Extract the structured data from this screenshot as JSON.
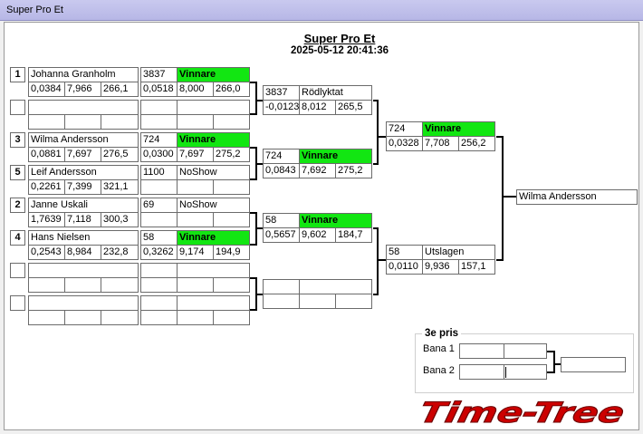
{
  "window": {
    "title": "Super Pro Et"
  },
  "header": {
    "title": "Super Pro Et",
    "datetime": "2025-05-12 20:41:36"
  },
  "round1": [
    {
      "seed": "1",
      "name": "Johanna Granholm",
      "r1": "0,0384",
      "r2": "7,966",
      "r3": "266,1"
    },
    {
      "seed": "",
      "name": "",
      "r1": "",
      "r2": "",
      "r3": ""
    },
    {
      "seed": "3",
      "name": "Wilma Andersson",
      "r1": "0,0881",
      "r2": "7,697",
      "r3": "276,5"
    },
    {
      "seed": "5",
      "name": "Leif Andersson",
      "r1": "0,2261",
      "r2": "7,399",
      "r3": "321,1"
    },
    {
      "seed": "2",
      "name": "Janne Uskali",
      "r1": "1,7639",
      "r2": "7,118",
      "r3": "300,3"
    },
    {
      "seed": "4",
      "name": "Hans Nielsen",
      "r1": "0,2543",
      "r2": "8,984",
      "r3": "232,8"
    },
    {
      "seed": "",
      "name": "",
      "r1": "",
      "r2": "",
      "r3": ""
    },
    {
      "seed": "",
      "name": "",
      "r1": "",
      "r2": "",
      "r3": ""
    }
  ],
  "round1res": [
    {
      "num": "3837",
      "status": "Vinnare",
      "r1": "0,0518",
      "r2": "8,000",
      "r3": "266,0",
      "win": true
    },
    {
      "num": "",
      "status": "",
      "r1": "",
      "r2": "",
      "r3": "",
      "win": false
    },
    {
      "num": "724",
      "status": "Vinnare",
      "r1": "0,0300",
      "r2": "7,697",
      "r3": "275,2",
      "win": true
    },
    {
      "num": "1100",
      "status": "NoShow",
      "r1": "",
      "r2": "",
      "r3": "",
      "win": false
    },
    {
      "num": "69",
      "status": "NoShow",
      "r1": "",
      "r2": "",
      "r3": "",
      "win": false
    },
    {
      "num": "58",
      "status": "Vinnare",
      "r1": "0,3262",
      "r2": "9,174",
      "r3": "194,9",
      "win": true
    },
    {
      "num": "",
      "status": "",
      "r1": "",
      "r2": "",
      "r3": "",
      "win": false
    },
    {
      "num": "",
      "status": "",
      "r1": "",
      "r2": "",
      "r3": "",
      "win": false
    }
  ],
  "round2": [
    {
      "num": "3837",
      "status": "Rödlyktat",
      "r1": "-0,0123",
      "r2": "8,012",
      "r3": "265,5",
      "win": false
    },
    {
      "num": "724",
      "status": "Vinnare",
      "r1": "0,0843",
      "r2": "7,692",
      "r3": "275,2",
      "win": true
    },
    {
      "num": "58",
      "status": "Vinnare",
      "r1": "0,5657",
      "r2": "9,602",
      "r3": "184,7",
      "win": true
    },
    {
      "num": "",
      "status": "",
      "r1": "",
      "r2": "",
      "r3": "",
      "win": false
    }
  ],
  "round3": [
    {
      "num": "724",
      "status": "Vinnare",
      "r1": "0,0328",
      "r2": "7,708",
      "r3": "256,2",
      "win": true
    },
    {
      "num": "58",
      "status": "Utslagen",
      "r1": "0,0110",
      "r2": "9,936",
      "r3": "157,1",
      "win": false
    }
  ],
  "final": {
    "winner": "Wilma Andersson"
  },
  "third": {
    "legend": "3e pris",
    "lane1": "Bana 1",
    "lane2": "Bana 2"
  },
  "logo": {
    "text": "Time-Tree",
    "color": "#cc0000"
  }
}
